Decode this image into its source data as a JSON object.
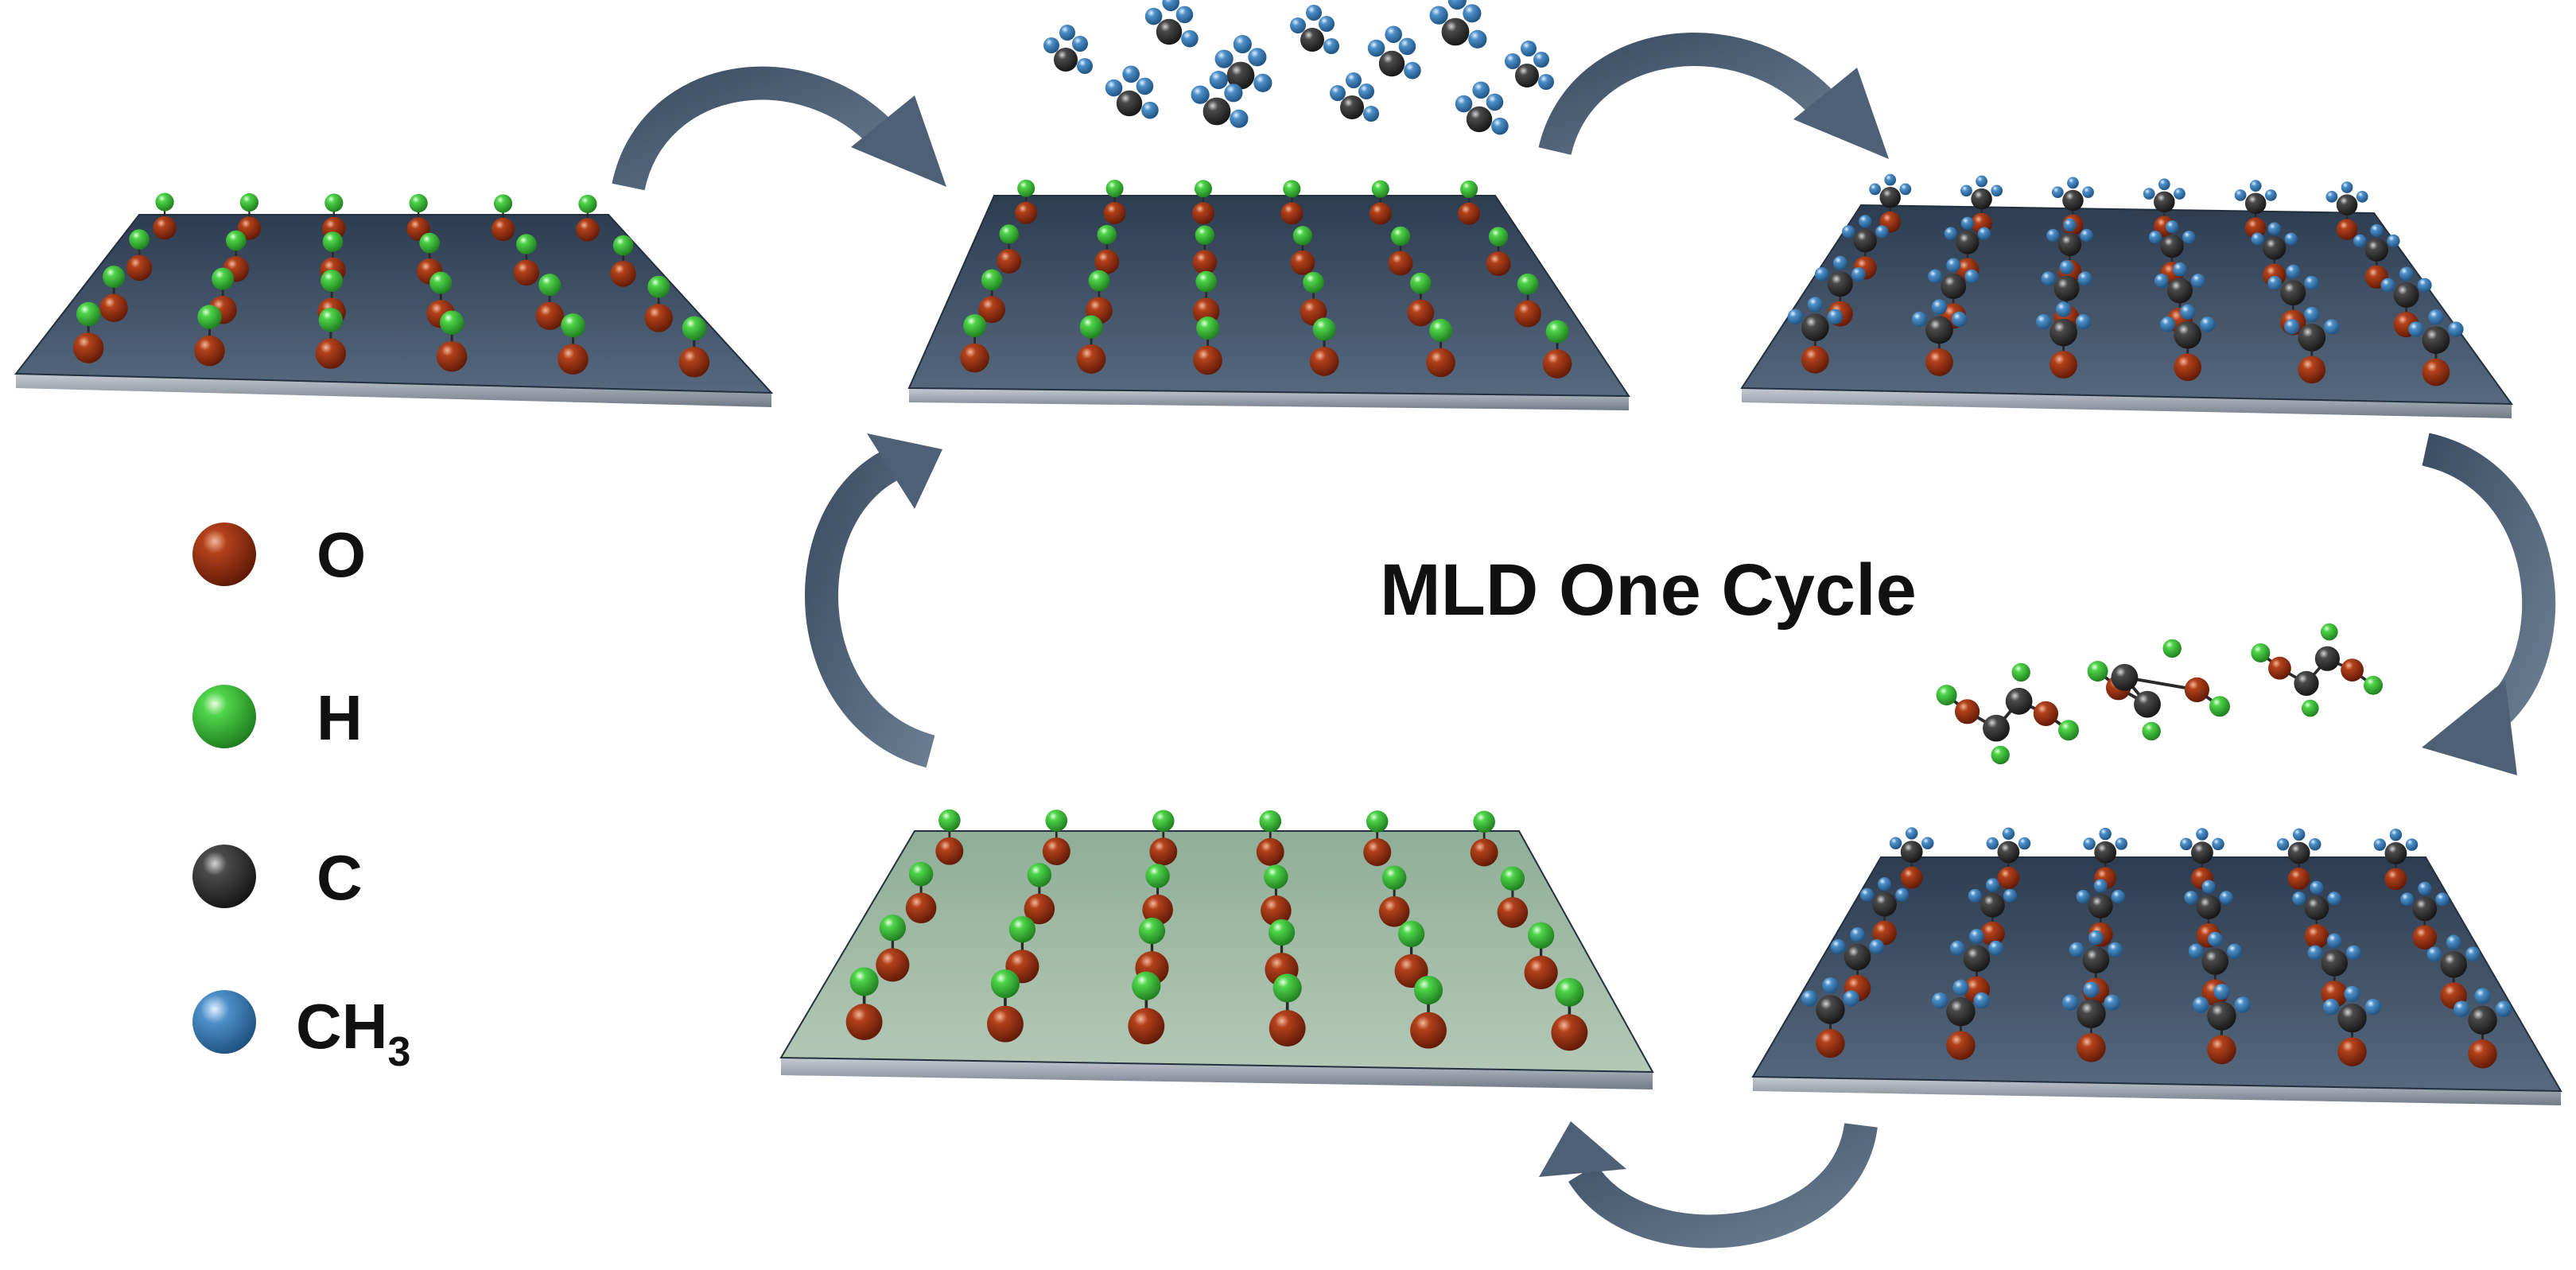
{
  "title": "MLD One Cycle",
  "legend": [
    {
      "key": "o",
      "label": "O",
      "color": "#8b2a0f"
    },
    {
      "key": "h",
      "label": "H",
      "color": "#3fc43f"
    },
    {
      "key": "c",
      "label": "C",
      "color": "#3a3a3a"
    },
    {
      "key": "ch3",
      "label": "CH",
      "subscript": "3",
      "color": "#3f7fb5"
    }
  ],
  "colors": {
    "substrate_dark": "#4d5e74",
    "substrate_final": "#9fb8a3",
    "arrow": "#4d6076",
    "oxygen": "#8b2a0f",
    "hydrogen": "#3fc43f",
    "carbon": "#3a3a3a",
    "methyl": "#3f7fb5"
  },
  "panels": [
    {
      "name": "panel-initial-oh-surface",
      "surface": "-OH"
    },
    {
      "name": "panel-precursor-dose",
      "surface": "-OH",
      "gas": "CH3-precursor"
    },
    {
      "name": "panel-methylated-surface",
      "surface": "-O-C(CH3)"
    },
    {
      "name": "panel-coreactant-dose",
      "surface": "-O-C(CH3)",
      "gas": "coreactant"
    },
    {
      "name": "panel-regenerated-oh-surface",
      "surface": "-OH"
    }
  ],
  "icons": [
    "curved-arrow-icon",
    "oxygen-atom-icon",
    "hydrogen-atom-icon",
    "carbon-atom-icon",
    "methyl-group-icon"
  ]
}
